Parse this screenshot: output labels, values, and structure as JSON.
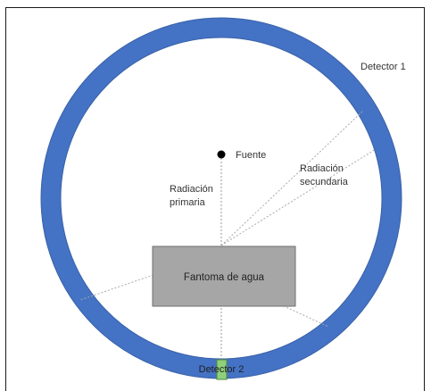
{
  "diagram": {
    "detector_1_label": "Detector 1",
    "detector_2_label": "Detector 2",
    "source_label": "Fuente",
    "primary_radiation_label": [
      "Radiación",
      "primaria"
    ],
    "secondary_radiation_label": [
      "Radiación",
      "secundaria"
    ],
    "phantom_label": "Fantoma de agua"
  },
  "colors": {
    "ring": "#4472c4",
    "ring_stroke": "#3a62a8",
    "phantom_fill": "#a6a6a6",
    "phantom_stroke": "#6f6f6f",
    "detector_2_fill": "#8fd07a",
    "ray_line": "#999999",
    "source_dot": "#000000"
  }
}
